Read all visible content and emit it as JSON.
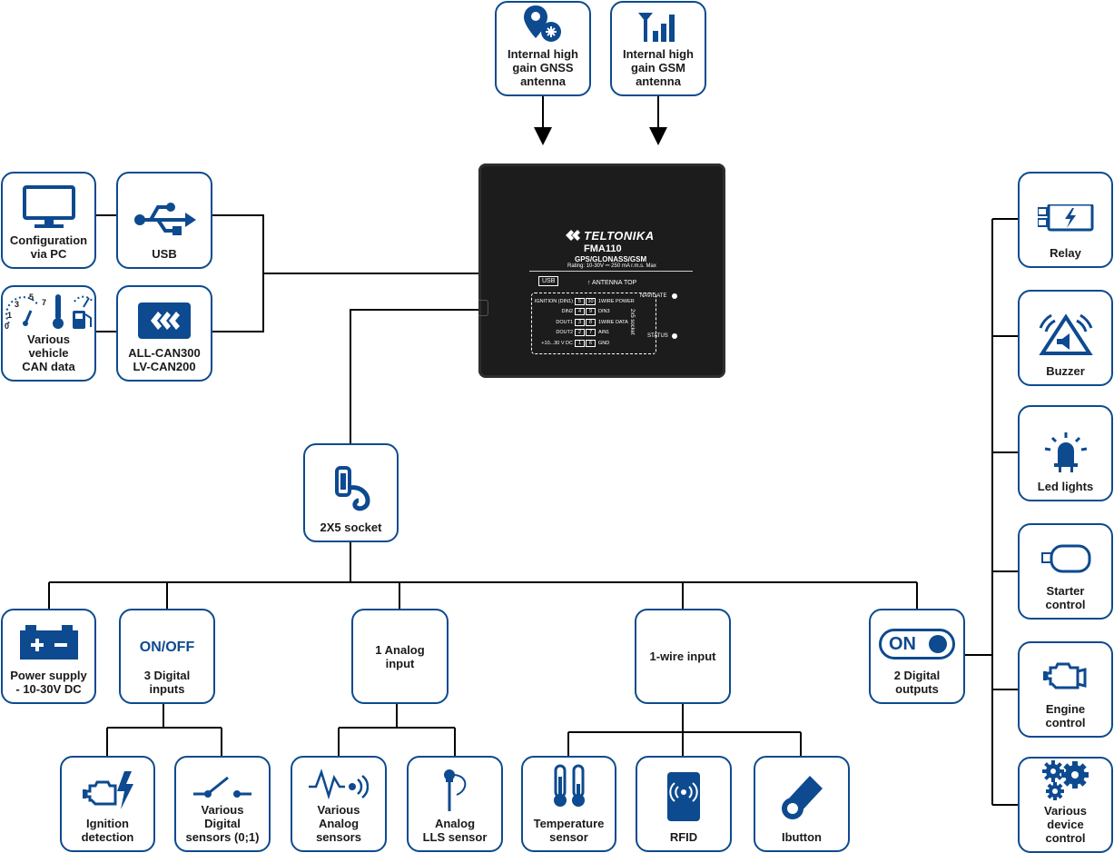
{
  "top_boxes": {
    "gnss": {
      "line1": "Internal high",
      "line2": "gain GNSS",
      "line3": "antenna"
    },
    "gsm": {
      "line1": "Internal high",
      "line2": "gain GSM",
      "line3": "antenna"
    }
  },
  "left_boxes": {
    "pc": {
      "line1": "Configuration",
      "line2": "via PC"
    },
    "usb": {
      "line1": "USB"
    },
    "can_data": {
      "line1": "Various",
      "line2": "vehicle",
      "line3": "CAN data",
      "gauge_nums": [
        "0",
        "1",
        "3",
        "5",
        "7"
      ]
    },
    "can_adapter": {
      "line1": "ALL-CAN300",
      "line2": "LV-CAN200"
    }
  },
  "socket": {
    "line1": "2X5 socket"
  },
  "mid_boxes": {
    "power": {
      "line1": "Power supply",
      "line2": "- 10-30V DC"
    },
    "digital_in": {
      "badge": "ON/OFF",
      "line1": "3 Digital",
      "line2": "inputs"
    },
    "analog_in": {
      "line1": "1 Analog",
      "line2": "input"
    },
    "onewire_in": {
      "line1": "1-wire input"
    },
    "digital_out": {
      "badge": "ON",
      "line1": "2 Digital",
      "line2": "outputs"
    }
  },
  "bottom_boxes": {
    "ignition": {
      "line1": "Ignition",
      "line2": "detection"
    },
    "digital_sensors": {
      "line1": "Various",
      "line2": "Digital",
      "line3": "sensors (0;1)"
    },
    "analog_sensors": {
      "line1": "Various",
      "line2": "Analog",
      "line3": "sensors"
    },
    "lls": {
      "line1": "Analog",
      "line2": "LLS sensor"
    },
    "temperature": {
      "line1": "Temperature",
      "line2": "sensor"
    },
    "rfid": {
      "line1": "RFID"
    },
    "ibutton": {
      "line1": "Ibutton"
    }
  },
  "right_boxes": {
    "relay": {
      "line1": "Relay"
    },
    "buzzer": {
      "line1": "Buzzer"
    },
    "led": {
      "line1": "Led lights"
    },
    "starter": {
      "line1": "Starter",
      "line2": "control"
    },
    "engine": {
      "line1": "Engine",
      "line2": "control"
    },
    "device_ctrl": {
      "line1": "Various",
      "line2": "device",
      "line3": "control"
    }
  },
  "device": {
    "brand": "TELTONIKA",
    "model": "FMA110",
    "subtitle": "GPS/GLONASS/GSM",
    "rating": "Rating: 10-30V ⎓ 250 mA r.m.s. Max",
    "usb_label": "USB",
    "antenna_top": "↑ ANTENNA TOP",
    "navigate": "NAVIGATE",
    "status": "STATUS",
    "socket_side": "2x5 socket",
    "pins_left": [
      "IGNITION (DIN1)",
      "DIN2",
      "DOUT1",
      "DOUT2",
      "+10...30 V DC"
    ],
    "pins_num_a": [
      "5",
      "4",
      "3",
      "2",
      "1"
    ],
    "pins_num_b": [
      "10",
      "9",
      "8",
      "7",
      "6"
    ],
    "pins_right": [
      "1WIRE POWER",
      "DIN3",
      "1WIRE DATA",
      "AIN1",
      "GND"
    ]
  },
  "colors": {
    "brand_blue": "#0d4a8f",
    "line": "#000000",
    "device": "#1c1c1c"
  }
}
